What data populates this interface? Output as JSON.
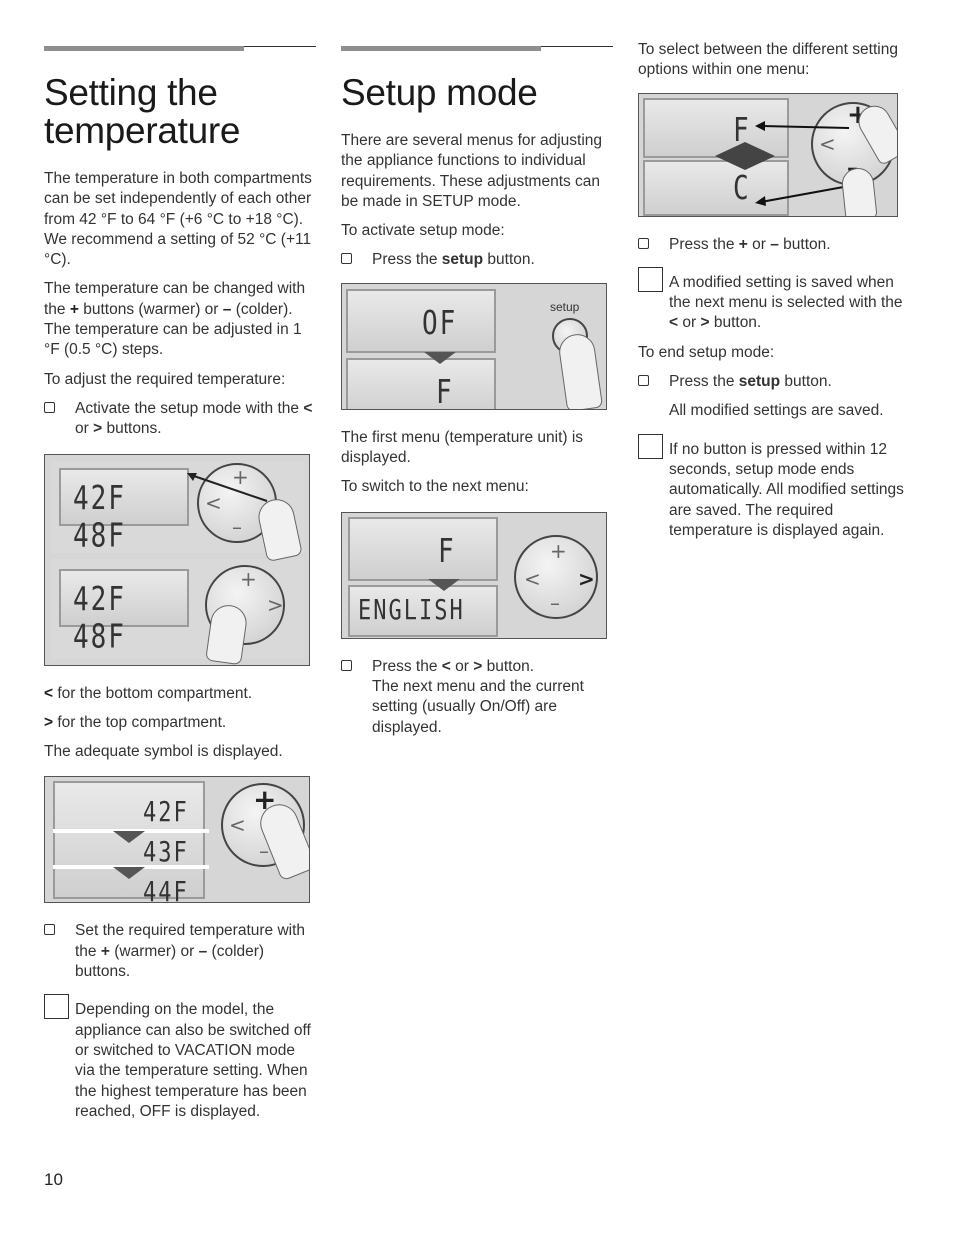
{
  "left": {
    "title_line1": "Setting the",
    "title_line2": "temperature",
    "p1": "The temperature in both compartments can be set independently of each other from 42 °F to 64 °F (+6 °C to +18 °C). We recommend a setting of 52 °C (+11 °C).",
    "p2_a": "The temperature can be changed with the ",
    "p2_plus": "+",
    "p2_b": " buttons (warmer) or ",
    "p2_minus": "–",
    "p2_c": " (colder). The temperature can be adjusted in 1 °F (0.5 °C) steps.",
    "p3": "To adjust the required temperature:",
    "step1_a": "Activate the setup mode with the ",
    "step1_lt": "<",
    "step1_or": " or ",
    "step1_gt": ">",
    "step1_b": " buttons.",
    "fig1_top_display": "42F 48F",
    "fig1_bottom_display": "42F 48F",
    "fig1_plus": "+",
    "fig1_minus": "–",
    "fig1_lt": "<",
    "fig1_gt": ">",
    "lt_sym": "<",
    "lt_text": " for the bottom compartment.",
    "gt_sym": ">",
    "gt_text": " for the top compartment.",
    "p4": "The adequate symbol is displayed.",
    "fig2_val1": "42F",
    "fig2_val2": "43F",
    "fig2_val3": "44F",
    "fig2_plus": "+",
    "fig2_minus": "–",
    "fig2_lt": "<",
    "step2_a": "Set the required temperature with the ",
    "step2_plus": "+",
    "step2_b": " (warmer) or ",
    "step2_minus": "–",
    "step2_c": " (colder) buttons.",
    "note1": "Depending on the model, the appliance can also be switched off or switched to VACATION mode via the temperature setting. When the highest temperature has been reached, OFF is displayed."
  },
  "middle": {
    "title": "Setup mode",
    "p1": "There are several menus for adjusting the appliance functions to individual requirements. These adjustments can be made in SETUP mode.",
    "p2": "To activate setup mode:",
    "step1_a": "Press the ",
    "step1_bold": "setup",
    "step1_b": " button.",
    "fig1_top": "OF",
    "fig1_bottom": "F",
    "fig1_setup_label": "setup",
    "p3": "The first menu (temperature unit) is displayed.",
    "p4": "To switch to the next menu:",
    "fig2_top": "F",
    "fig2_bottom": "ENGLISH",
    "fig2_plus": "+",
    "fig2_minus": "–",
    "fig2_lt": "<",
    "fig2_gt": ">",
    "step2_a": "Press the ",
    "step2_lt": "<",
    "step2_or": " or ",
    "step2_gt": ">",
    "step2_b": " button.",
    "step2_c": "The next menu and the current setting (usually On/Off) are displayed."
  },
  "right": {
    "p1": "To select between the different setting options within one menu:",
    "fig_top": "F",
    "fig_bottom": "C",
    "fig_plus": "+",
    "fig_minus": "–",
    "fig_lt": "<",
    "step1_a": "Press the ",
    "step1_plus": "+",
    "step1_or": " or ",
    "step1_minus": "–",
    "step1_b": " button.",
    "note1_a": "A modified setting is saved when the next menu is selected with the ",
    "note1_lt": "<",
    "note1_or": " or ",
    "note1_gt": ">",
    "note1_b": " button.",
    "p2": "To end setup mode:",
    "step2_a": "Press the ",
    "step2_bold": "setup",
    "step2_b": " button.",
    "step2_result": "All modified settings are saved.",
    "note2": "If no button is pressed within 12 seconds, setup mode ends automatically. All modified settings are saved. The required temperature is displayed again."
  },
  "page_number": "10"
}
